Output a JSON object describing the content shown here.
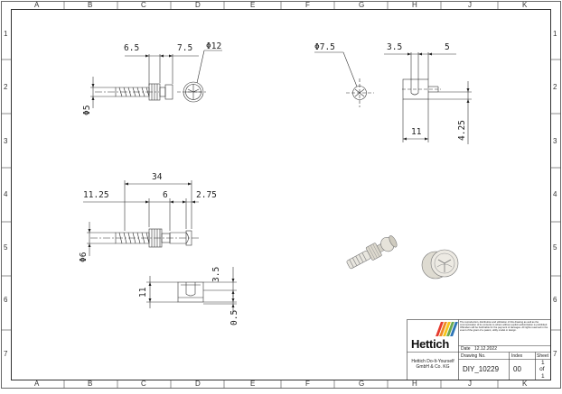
{
  "zones": {
    "cols": [
      "A",
      "B",
      "C",
      "D",
      "E",
      "F",
      "G",
      "H",
      "J",
      "K"
    ],
    "rows": [
      "1",
      "2",
      "3",
      "4",
      "5",
      "6",
      "7"
    ]
  },
  "dims": {
    "view1": {
      "d1": "6.5",
      "d2": "7.5",
      "d3": "Φ12",
      "d4": "Φ5"
    },
    "view2": {
      "d1": "Φ7.5",
      "d2": "3.5",
      "d3": "5",
      "d4": "11",
      "d5": "4.25"
    },
    "view3": {
      "d1": "34",
      "d2": "11.25",
      "d3": "6",
      "d4": "2.75",
      "d5": "Φ6"
    },
    "view4": {
      "d1": "11",
      "d2": "3.5",
      "d3": "0.5"
    }
  },
  "title_block": {
    "brand": "Hettich",
    "brand_stripe_colors": [
      "#e63b2e",
      "#f08a24",
      "#f6c419",
      "#6aa84f",
      "#2e75b6"
    ],
    "disclaimer": "The reproduction, distribution and utilization of this drawing as well as the communication of its contents to others without explicit authorization is prohibited. Offenders will be held liable for the payment of damages. All rights reserved in the event of the grant of a patent, utility model or design.",
    "date_label": "Date",
    "date_value": "12.12.2022",
    "company_line1": "Hettich Do-It-Yourself",
    "company_line2": "GmbH & Co. KG",
    "drawing_no_label": "Drawing No.",
    "drawing_no": "DIY_10229",
    "index_label": "Index",
    "index_value": "00",
    "sheet_label": "Sheet",
    "sheet_num": "1",
    "sheet_of": "of",
    "sheet_total": "1"
  }
}
